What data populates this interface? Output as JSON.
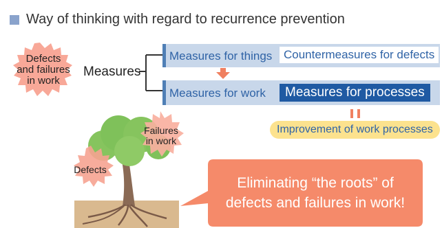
{
  "heading": "Way of thinking with regard to recurrence prevention",
  "problem_burst": [
    "Defects",
    "and failures",
    "in work"
  ],
  "measures_label": "Measures",
  "rows": {
    "things": {
      "label": "Measures for things",
      "sub": "Countermeasures for defects"
    },
    "work": {
      "label": "Measures for work",
      "sub": "Measures for processes"
    }
  },
  "result_pill": "Improvement of work processes",
  "tree": {
    "defects_label": "Defects",
    "failures_label": [
      "Failures",
      "in work"
    ]
  },
  "callout": [
    "Eliminating “the roots” of",
    "defects and failures in work!"
  ],
  "colors": {
    "accent_blue": "#2f63a6",
    "dark_blue": "#1f5aa3",
    "light_blue": "#c8d7ea",
    "salmon": "#f5a090",
    "callout": "#f58a6a",
    "pill_yellow": "#fce28e",
    "foliage_green": "#7fc15a"
  }
}
